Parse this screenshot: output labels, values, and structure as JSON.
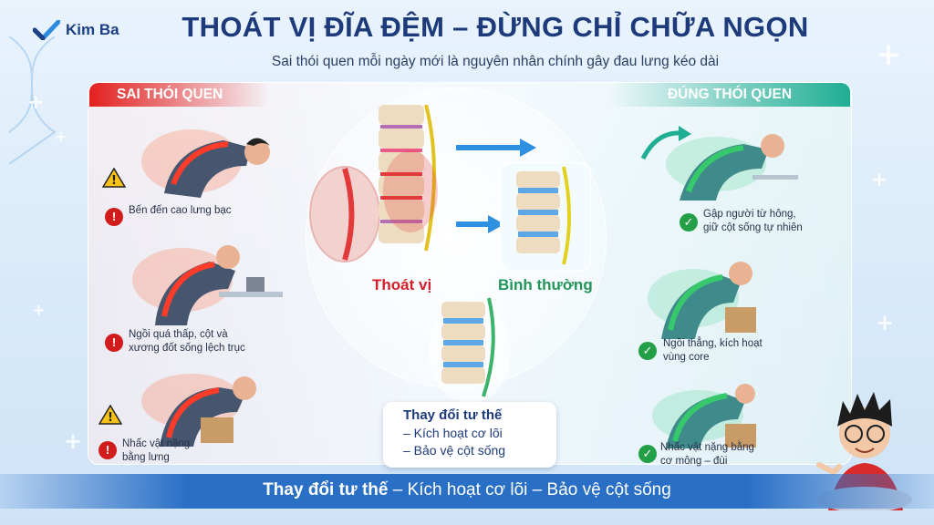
{
  "brand": {
    "name": "Kim Ba"
  },
  "header": {
    "title": "THOÁT VỊ ĐĨA ĐỆM – ĐỪNG CHỈ CHỮA NGỌN",
    "subtitle": "Sai thói quen mỗi ngày mới là nguyên nhân chính gây đau lưng kéo dài"
  },
  "bad_section": {
    "label": "SAI THÓI QUEN",
    "accent": "#e3201f",
    "items": [
      {
        "caption": "Bến đến cao lưng bạc",
        "icon": "error-icon"
      },
      {
        "caption": "Ngồi quá thấp, cột và xương đốt sống lệch trục",
        "icon": "error-icon"
      },
      {
        "caption": "Nhấc vật nặng bằng lưng",
        "icon": "error-icon"
      }
    ]
  },
  "good_section": {
    "label": "ĐÚNG THÓI QUEN",
    "accent": "#1fae94",
    "items": [
      {
        "caption": "Gập người từ hông, giữ cột sống tự nhiên",
        "icon": "check-icon"
      },
      {
        "caption": "Ngồi thẳng, kích hoạt vùng core",
        "icon": "check-icon"
      },
      {
        "caption": "Nhấc vật nặng bằng cơ mông – đùi",
        "icon": "check-icon"
      }
    ]
  },
  "center": {
    "herniated_label": "Thoát vị",
    "normal_label": "Bình thường",
    "change_box": {
      "title": "Thay đổi tư thế",
      "items": [
        "– Kích hoạt cơ lõi",
        "– Bảo vệ cột sống"
      ]
    }
  },
  "banner": {
    "bold": "Thay đổi tư thế",
    "rest": " – Kích hoạt cơ lõi – Bảo vệ cột sống"
  },
  "colors": {
    "title": "#1d3a7a",
    "bad": "#d21c1c",
    "good": "#23a047",
    "banner": "#2a6fc6"
  }
}
